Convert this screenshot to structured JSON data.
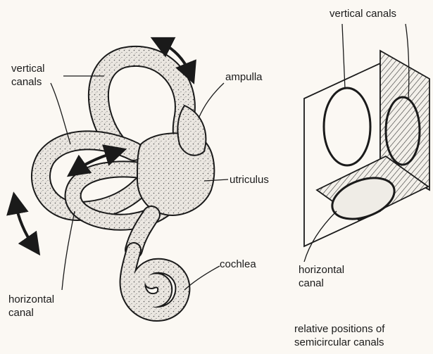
{
  "labels": {
    "vertical_canals_left": "vertical\ncanals",
    "ampulla": "ampulla",
    "utriculus": "utriculus",
    "cochlea": "cochlea",
    "horizontal_canal_left": "horizontal\ncanal",
    "vertical_canals_right": "vertical canals",
    "horizontal_canal_right": "horizontal\ncanal",
    "caption": "relative positions of\nsemicircular canals"
  },
  "colors": {
    "ink": "#1a1a1a",
    "organ_fill": "#ebe7e1",
    "paper": "#fbf8f3"
  }
}
